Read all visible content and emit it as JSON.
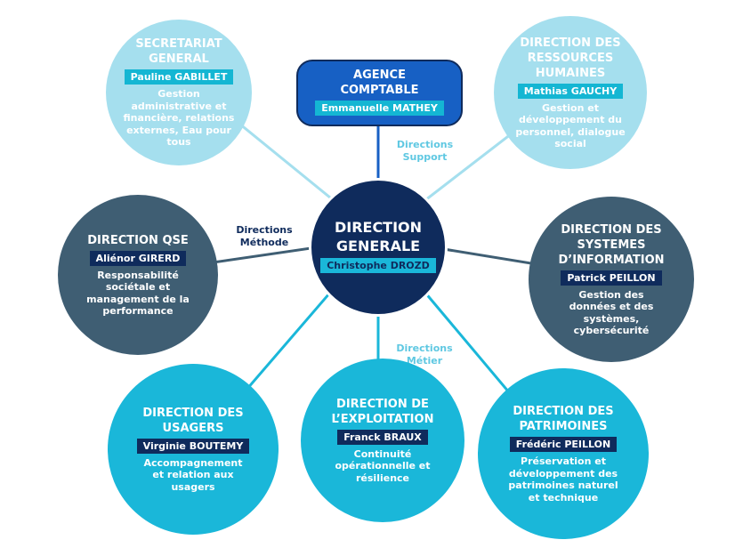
{
  "center": {
    "title": "DIRECTION GENERALE",
    "person": "Christophe DROZD"
  },
  "agency": {
    "title": "AGENCE COMPTABLE",
    "person": "Emmanuelle MATHEY"
  },
  "groups": {
    "support": "Directions Support",
    "methode": "Directions Méthode",
    "metier": "Directions Métier"
  },
  "secretariat": {
    "title": "SECRETARIAT GENERAL",
    "person": "Pauline GABILLET",
    "desc": "Gestion administrative et financière, relations externes, Eau pour tous"
  },
  "rh": {
    "title": "DIRECTION DES RESSOURCES HUMAINES",
    "person": "Mathias GAUCHY",
    "desc": "Gestion et développement du personnel, dialogue social"
  },
  "qse": {
    "title": "DIRECTION QSE",
    "person": "Aliénor GIRERD",
    "desc": "Responsabilité sociétale et management de la performance"
  },
  "si": {
    "title": "DIRECTION DES SYSTEMES D’INFORMATION",
    "person": "Patrick PEILLON",
    "desc": "Gestion des données et des systèmes, cybersécurité"
  },
  "usagers": {
    "title": "DIRECTION DES USAGERS",
    "person": "Virginie BOUTEMY",
    "desc": "Accompagnement et relation aux usagers"
  },
  "exploitation": {
    "title": "DIRECTION DE L’EXPLOITATION",
    "person": "Franck BRAUX",
    "desc": "Continuité opérationnelle et résilience"
  },
  "patrimoines": {
    "title": "DIRECTION DES PATRIMOINES",
    "person": "Frédéric PEILLON",
    "desc": "Préservation et développement des patrimoines naturel et technique"
  },
  "colors": {
    "navy": "#0f2b5c",
    "cyan": "#1ab7d9",
    "light_blue": "#a5dfee",
    "slate": "#3f5e73",
    "agency_blue": "#1760c4"
  }
}
